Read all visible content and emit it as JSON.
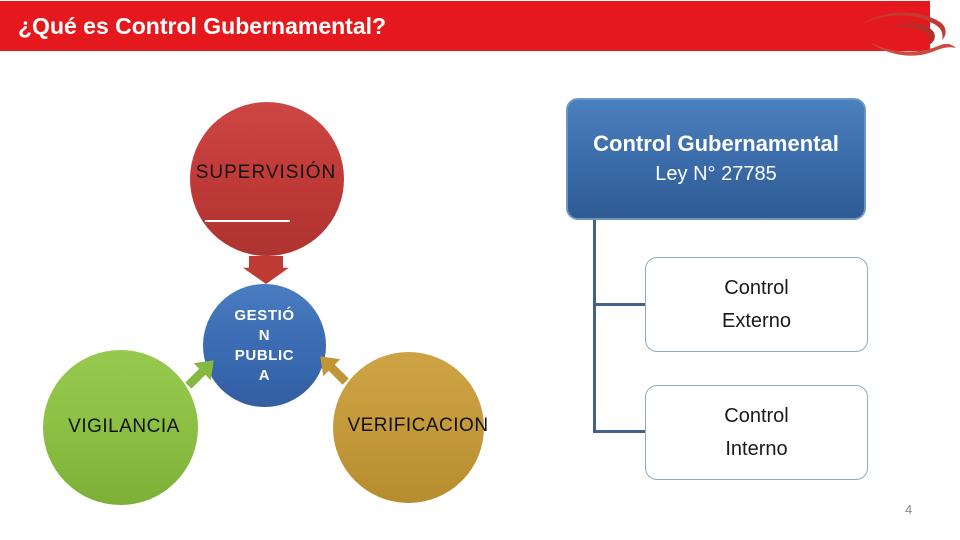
{
  "slide": {
    "title": "¿Qué es Control Gubernamental?",
    "page_number": "4"
  },
  "colors": {
    "header_red": "#E5191D",
    "circle_red": "#C23B38",
    "circle_blue": "#3B6CB3",
    "circle_green": "#8CC043",
    "circle_gold": "#C49A3A",
    "root_box_blue": "#3A6BA8",
    "connector_blue": "#44618C",
    "logo_red": "#C23A34"
  },
  "diagram": {
    "supervision_label": "SUPERVISIÓN",
    "gestion_lines": [
      "GESTIÓ",
      "N",
      "PUBLIC",
      "A"
    ],
    "vigilancia_label": "VIGILANCIA",
    "verificacion_label": "VERIFICACION"
  },
  "hierarchy": {
    "root_title": "Control Gubernamental",
    "root_subtitle": "Ley N° 27785",
    "children": [
      {
        "lines": [
          "Control",
          "Externo"
        ]
      },
      {
        "lines": [
          "Control",
          "Interno"
        ]
      }
    ]
  }
}
